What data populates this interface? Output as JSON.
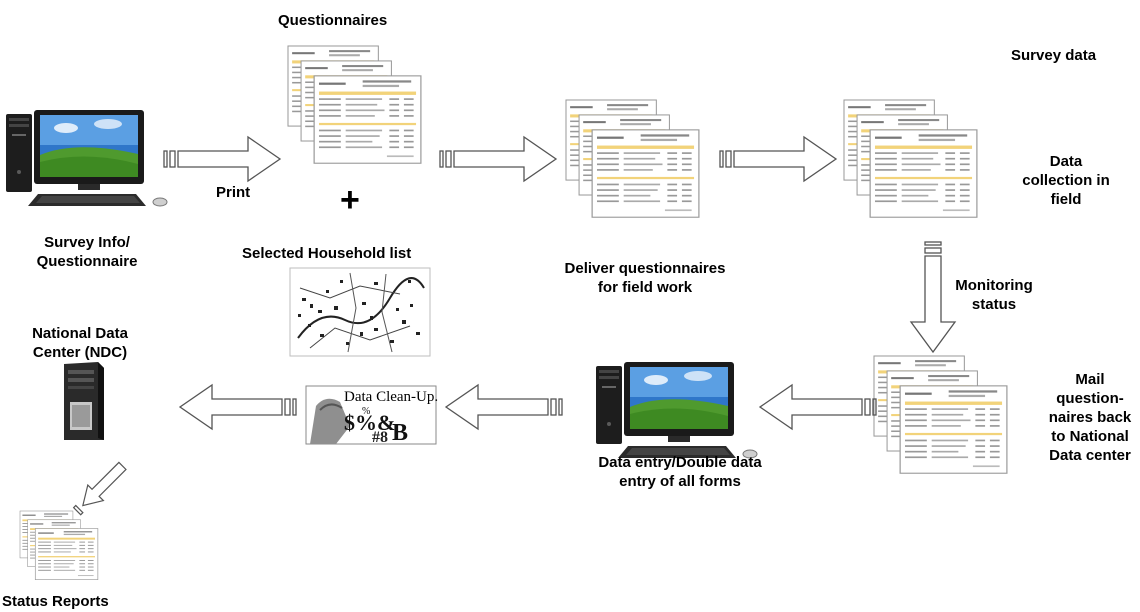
{
  "labels": {
    "questionnaires": "Questionnaires",
    "survey_data": "Survey data",
    "print": "Print",
    "plus": "+",
    "survey_info": "Survey Info/\nQuestionnaire",
    "selected_household": "Selected Household list",
    "deliver": "Deliver questionnaires\nfor field work",
    "data_collection": "Data\ncollection in\nfield",
    "monitoring": "Monitoring\nstatus",
    "national_data_center": "National Data\nCenter (NDC)",
    "mail_back": "Mail\nquestion-\nnaires back\nto National\nData center",
    "data_entry": "Data entry/Double data\nentry of all forms",
    "status_reports": "Status Reports",
    "data_cleanup": "Data Clean-Up."
  },
  "icons": {
    "computer": "desktop-computer-icon",
    "documents": "document-stack-icon",
    "map": "household-map-icon",
    "server": "server-tower-icon",
    "arrow": "hollow-block-arrow-icon"
  },
  "colors": {
    "accent_highlight": "#f2d37a",
    "screen_sky": "#2f76c9",
    "screen_grass": "#4f9a2e"
  }
}
